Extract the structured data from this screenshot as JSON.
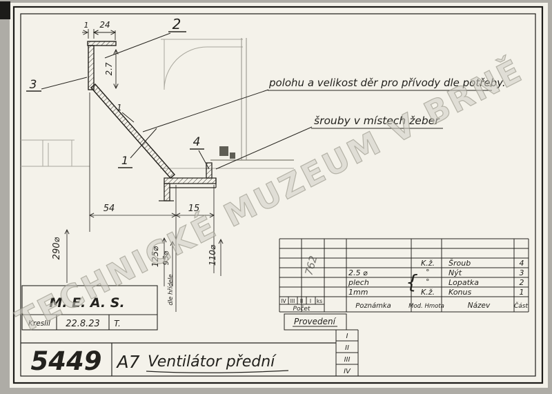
{
  "watermark": "TECHNICKÉ MUZEUM V BRNĚ",
  "notes": {
    "holes": "polohu a velikost děr pro přívody dle potřeby.",
    "screws": "šrouby v místech žeber"
  },
  "part_labels": {
    "p1": "1",
    "p1b": "1",
    "p2": "2",
    "p3": "3",
    "p4": "4"
  },
  "dimensions": {
    "w1": "1",
    "w24": "24",
    "h27": "2.7",
    "l54": "54",
    "l15": "15",
    "d290": "290⌀",
    "d125": "125⌀",
    "d95": "95⌀",
    "d110": "110⌀",
    "shaft": "dle hřídele"
  },
  "pencil_note": "762",
  "parts_table": {
    "headers": {
      "pocet": "Počet",
      "poznamka": "Poznámka",
      "mod_hmota": "Mod. Hmota",
      "nazev": "Název",
      "cast": "Část",
      "ks": "ks",
      "provedeni_cells": [
        "IV",
        "III",
        "II",
        "I"
      ]
    },
    "brace": "{",
    "rows": [
      {
        "note": "",
        "mod": "K.ž.",
        "name": "Šroub",
        "qty": "4"
      },
      {
        "note": "2.5 ⌀",
        "mod": "°",
        "name": "Nýt",
        "qty": "3"
      },
      {
        "note": "plech",
        "mod": "°",
        "name": "Lopatka",
        "qty": "2"
      },
      {
        "note": "1mm",
        "mod": "K.ž.",
        "name": "Konus",
        "qty": "1"
      }
    ],
    "provedeni": {
      "label": "Provedení",
      "variants": [
        "I",
        "II",
        "III",
        "IV"
      ]
    }
  },
  "title_block": {
    "company": "M. E. A. S.",
    "kreslil_label": "Kreslil",
    "date": "22.8.23",
    "initial": "T.",
    "drawing_number": "5449",
    "format": "A7",
    "title": "Ventilátor přední"
  }
}
